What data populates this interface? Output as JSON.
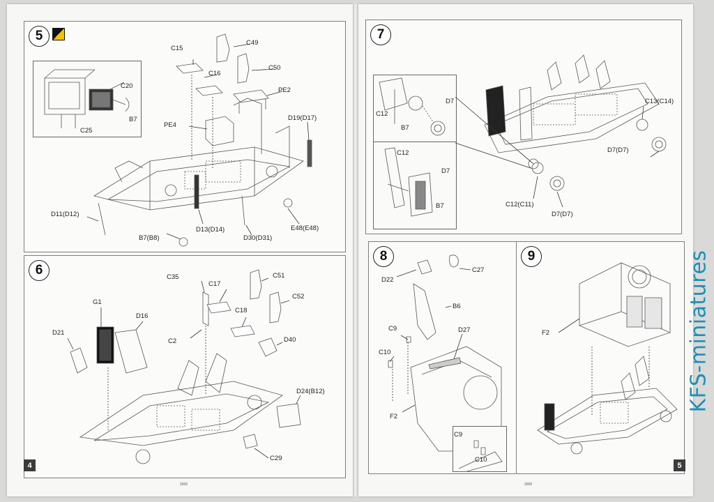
{
  "step5": {
    "number": "5",
    "labels": [
      "C15",
      "C49",
      "C16",
      "C50",
      "PE2",
      "C20",
      "B7",
      "C25",
      "PE4",
      "D19(D17)",
      "D11(D12)",
      "D13(D14)",
      "D30(D31)",
      "E48(E48)",
      "B7(B8)"
    ]
  },
  "step6": {
    "number": "6",
    "labels": [
      "C35",
      "C51",
      "C17",
      "C52",
      "C18",
      "G1",
      "D16",
      "D21",
      "C2",
      "D40",
      "D24(B12)",
      "C29"
    ]
  },
  "step7": {
    "number": "7",
    "labels": [
      "C12",
      "D7",
      "B7",
      "C13(C14)",
      "D7(D7)",
      "C12",
      "D7",
      "B7",
      "C12(C11)",
      "D7(D7)"
    ]
  },
  "step8": {
    "number": "8",
    "labels": [
      "D22",
      "C27",
      "B6",
      "C9",
      "D27",
      "C10",
      "F2",
      "C9",
      "C10"
    ]
  },
  "step9": {
    "number": "9",
    "labels": [
      "F2"
    ]
  },
  "page_numbers": {
    "left": "4",
    "right": "5"
  },
  "footer_text": {
    "left": "2005",
    "right": "2005"
  },
  "watermark": "KFS-miniatures"
}
